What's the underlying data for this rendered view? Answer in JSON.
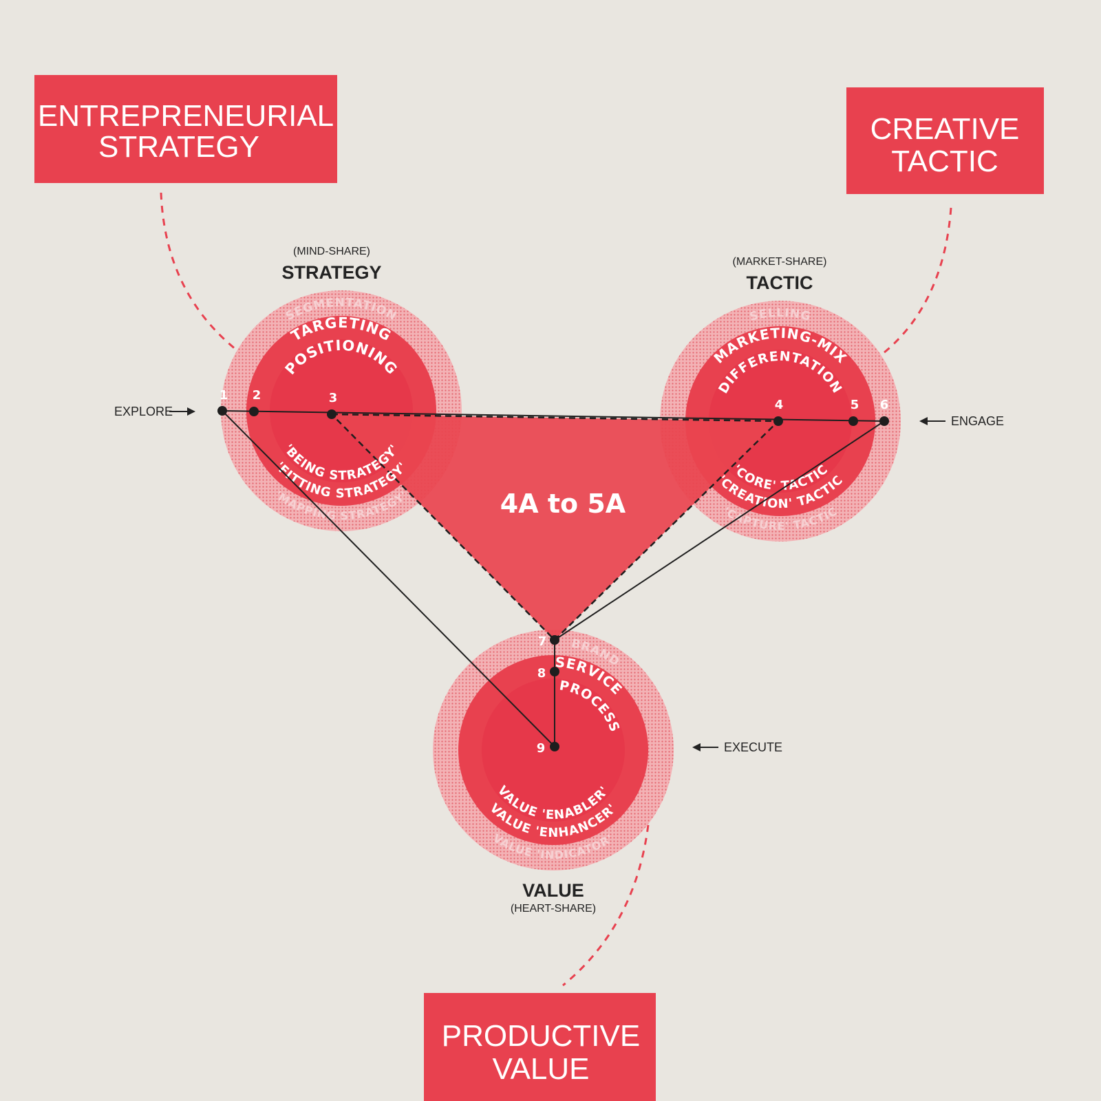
{
  "boxes": {
    "entrepreneurial": {
      "line1": "ENTREPRENEURIAL",
      "line2": "STRATEGY"
    },
    "creative": {
      "line1": "CREATIVE",
      "line2": "TACTIC"
    },
    "productive": {
      "line1": "PRODUCTIVE",
      "line2": "VALUE"
    }
  },
  "headings": {
    "strategy": {
      "sub": "(MIND-SHARE)",
      "title": "STRATEGY"
    },
    "tactic": {
      "sub": "(MARKET-SHARE)",
      "title": "TACTIC"
    },
    "value": {
      "title": "VALUE",
      "sub": "(HEART-SHARE)"
    }
  },
  "arrows": {
    "explore": "EXPLORE",
    "engage": "ENGAGE",
    "execute": "EXECUTE"
  },
  "center_label": "4A to 5A",
  "strategy_ring": {
    "top_outer": "SEGMENTATION",
    "top_mid": "TARGETING",
    "top_inner": "POSITIONING",
    "bottom_inner": "'BEING STRATEGY'",
    "bottom_mid": "'FITTING STRATEGY'",
    "bottom_outer": "'MAPPING STRATEGY'"
  },
  "tactic_ring": {
    "top_outer": "SELLING",
    "top_mid": "MARKETING-MIX",
    "top_inner": "DIFFERENTATION",
    "bottom_inner": "'CORE' TACTIC",
    "bottom_mid": "'CREATION' TACTIC",
    "bottom_outer": "'CAPTURE' TACTIC"
  },
  "value_ring": {
    "top_outer": "BRAND",
    "top_mid": "SERVICE",
    "top_inner": "PROCESS",
    "bottom_inner": "VALUE 'ENABLER'",
    "bottom_mid": "VALUE 'ENHANCER'",
    "bottom_outer": "VALUE 'INDICATOR'"
  },
  "points": [
    "1",
    "2",
    "3",
    "4",
    "5",
    "6",
    "7",
    "8",
    "9"
  ],
  "background_text": [],
  "colors": {
    "accent": "#e8414f",
    "light": "#f2a7ab",
    "mid": "#eb5560",
    "paper": "#e9e6e0",
    "ink": "#222222"
  }
}
